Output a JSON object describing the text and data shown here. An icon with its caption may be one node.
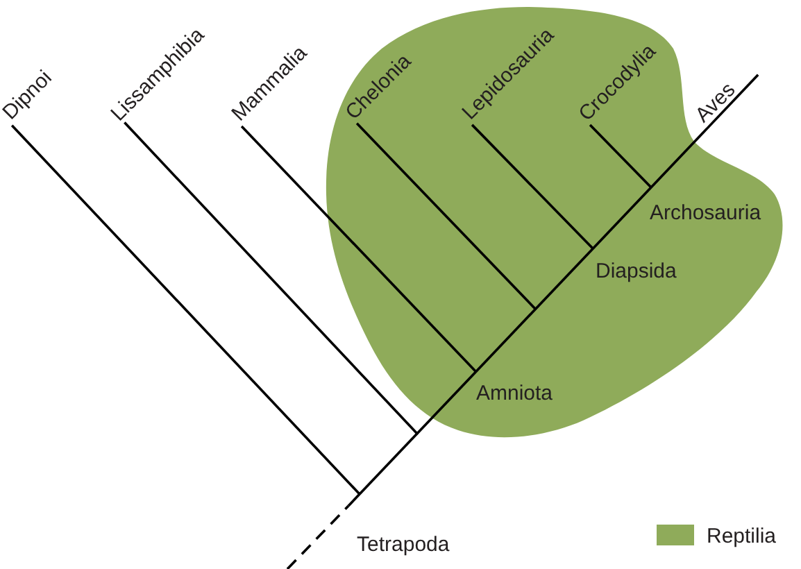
{
  "diagram": {
    "nodes": [
      {
        "text": [
          "Dipnoi"
        ]
      },
      {
        "text": [
          "Lissamphibia"
        ]
      },
      {
        "text": [
          "Mammalia"
        ]
      },
      {
        "text": [
          "Chelonia"
        ]
      },
      {
        "text": [
          "Lepidosauria"
        ]
      },
      {
        "text": [
          "Crocodylia"
        ]
      },
      {
        "text": [
          "Aves"
        ]
      }
    ],
    "edges": [
      {
        "from": null,
        "to": 6,
        "arrow": "none"
      },
      {
        "from": null,
        "to": 0,
        "arrow": "none"
      },
      {
        "from": null,
        "to": 1,
        "arrow": "none"
      },
      {
        "from": null,
        "to": 2,
        "arrow": "none"
      },
      {
        "from": null,
        "to": 3,
        "arrow": "none"
      },
      {
        "from": null,
        "to": 4,
        "arrow": "none"
      },
      {
        "from": null,
        "to": 5,
        "arrow": "none"
      }
    ],
    "labels": [
      "Archosauria",
      "Diapsida",
      "Amniota",
      "Tetrapoda"
    ],
    "legend": [
      {
        "text": "Reptilia",
        "color": "#8fab5a"
      }
    ]
  }
}
